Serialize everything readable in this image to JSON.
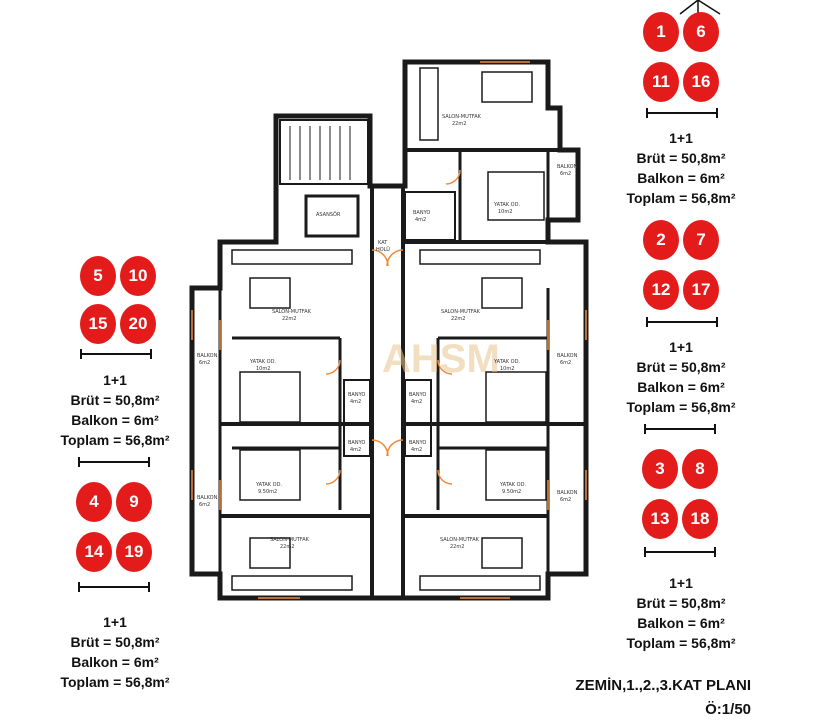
{
  "units": {
    "right_top": {
      "numbers": [
        "1",
        "6",
        "11",
        "16"
      ],
      "type": "1+1",
      "brut": "Brüt = 50,8m²",
      "balkon": "Balkon = 6m²",
      "toplam": "Toplam = 56,8m²"
    },
    "right_middle": {
      "numbers": [
        "2",
        "7",
        "12",
        "17"
      ],
      "type": "1+1",
      "brut": "Brüt = 50,8m²",
      "balkon": "Balkon = 6m²",
      "toplam": "Toplam = 56,8m²"
    },
    "right_bottom": {
      "numbers": [
        "3",
        "8",
        "13",
        "18"
      ],
      "type": "1+1",
      "brut": "Brüt = 50,8m²",
      "balkon": "Balkon = 6m²",
      "toplam": "Toplam = 56,8m²"
    },
    "left_top": {
      "numbers": [
        "5",
        "10",
        "15",
        "20"
      ],
      "type": "1+1",
      "brut": "Brüt = 50,8m²",
      "balkon": "Balkon = 6m²",
      "toplam": "Toplam = 56,8m²"
    },
    "left_bottom": {
      "numbers": [
        "4",
        "9",
        "14",
        "19"
      ],
      "type": "1+1",
      "brut": "Brüt = 50,8m²",
      "balkon": "Balkon = 6m²",
      "toplam": "Toplam = 56,8m²"
    }
  },
  "plan_title": "ZEMİN,1.,2.,3.KAT PLANI",
  "plan_scale": "Ö:1/50",
  "plan_labels": {
    "asansor": "ASANSÖR",
    "kat_holu_1": "KAT",
    "kat_holu_2": "HOLÜ",
    "salon_mutfak": "SALON-MUTFAK",
    "area_22": "22m2",
    "yatak": "YATAK OD.",
    "area_10": "10m2",
    "area_950": "9.50m2",
    "banyo": "BANYO",
    "area_4": "4m2",
    "balkon": "BALKON",
    "area_6": "6m2"
  },
  "watermark": "AHSM",
  "colors": {
    "badge": "#e41b1b",
    "wall": "#1a1a1a",
    "door": "#f08a3c",
    "watermark": "#e9c48f"
  }
}
